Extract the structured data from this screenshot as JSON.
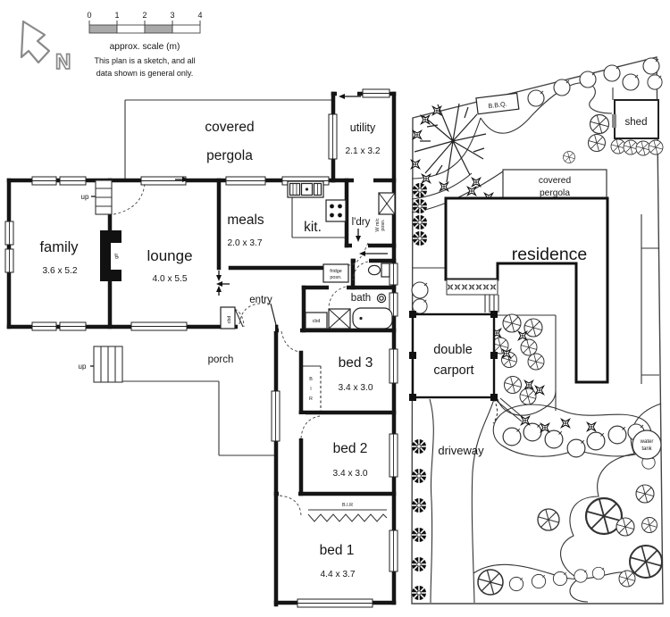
{
  "legend": {
    "north": "N",
    "scale_ticks": [
      "0",
      "1",
      "2",
      "3",
      "4"
    ],
    "scale_caption": "approx. scale (m)",
    "disclaimer": [
      "This plan is a sketch, and all",
      "data shown is general only."
    ]
  },
  "floorplan": {
    "pergola": [
      "covered",
      "pergola"
    ],
    "utility": {
      "name": "utility",
      "dims": "2.1 x 3.2"
    },
    "family": {
      "name": "family",
      "dims": "3.6 x 5.2"
    },
    "lounge": {
      "name": "lounge",
      "dims": "4.0 x 5.5"
    },
    "meals": {
      "name": "meals",
      "dims": "2.0 x 3.7"
    },
    "kitchen": "kit.",
    "laundry": "l'dry",
    "wmc": [
      "W m/c",
      "posn."
    ],
    "fridge": [
      "fridge",
      "posn."
    ],
    "entry": "entry",
    "bath": "bath",
    "porch": "porch",
    "bed3": {
      "name": "bed 3",
      "dims": "3.4 x 3.0"
    },
    "bed2": {
      "name": "bed 2",
      "dims": "3.4 x 3.0"
    },
    "bed1": {
      "name": "bed 1",
      "dims": "4.4 x 3.7"
    },
    "bir_letters": [
      "B",
      "I",
      "R"
    ],
    "bir": "B.I.R",
    "cbd1": "cbd",
    "cbd2": "cbd",
    "glf": "glf",
    "up1": "up",
    "up2": "up"
  },
  "siteplan": {
    "bbq": "B.B.Q.",
    "shed": "shed",
    "pergola": [
      "covered",
      "pergola"
    ],
    "residence": "residence",
    "carport": [
      "double",
      "carport"
    ],
    "driveway": "driveway",
    "water_tank": [
      "water",
      "tank"
    ]
  }
}
